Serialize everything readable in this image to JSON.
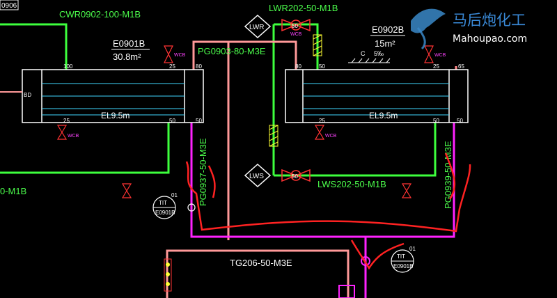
{
  "labels": {
    "top_left_tag": "0906",
    "cw_line": "CWR0902-100-M1B",
    "lwr_line": "LWR202-50-M1B",
    "pg_line": "PG0903-80-M3E",
    "lws_line": "LWS202-50-M1B",
    "left_line": "0-M1B",
    "tg_line": "TG206-50-M3E",
    "pg_left_vertical": "PG0937-50-M3E",
    "pg_right_vertical": "PG0939-50-M3E",
    "bd": "BD",
    "c_label": "C",
    "slope_label": "5‰"
  },
  "exchanger_left": {
    "tag": "E0901B",
    "area": "30.8m²",
    "elevation": "EL9.5m"
  },
  "exchanger_right": {
    "tag": "E0902B",
    "area": "15m²",
    "elevation": "EL9.5m"
  },
  "symbols": {
    "lwr": "LWR",
    "lws": "LWS",
    "wcb": "WCB",
    "valve_50": "50",
    "valve_25": "25",
    "ti_num": "01",
    "ti_type": "TIT",
    "ti_tag": "E0901B"
  },
  "sizes": {
    "n100": "100",
    "n25": "25",
    "n80": "80",
    "n50": "50",
    "n65": "65"
  },
  "watermark": {
    "cn": "马后炮化工",
    "url": "Mahoupao.com"
  }
}
